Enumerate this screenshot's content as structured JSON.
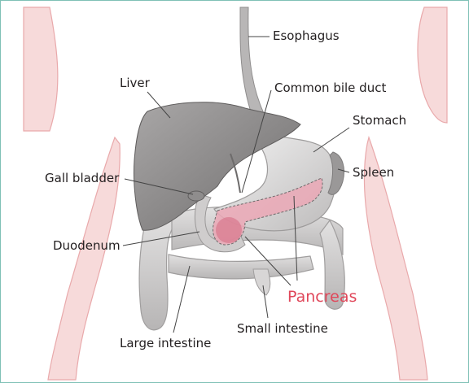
{
  "labels": {
    "esophagus": "Esophagus",
    "liver": "Liver",
    "common_bile_duct": "Common bile duct",
    "stomach": "Stomach",
    "gall_bladder": "Gall bladder",
    "spleen": "Spleen",
    "duodenum": "Duodenum",
    "pancreas": "Pancreas",
    "small_intestine": "Small intestine",
    "large_intestine": "Large intestine"
  },
  "colors": {
    "frame": "#7fc1b6",
    "body_silhouette": "#f7dada",
    "organs": "#8c8a8a",
    "pancreas_highlight": "#e0475a",
    "label_text": "#231f20"
  }
}
